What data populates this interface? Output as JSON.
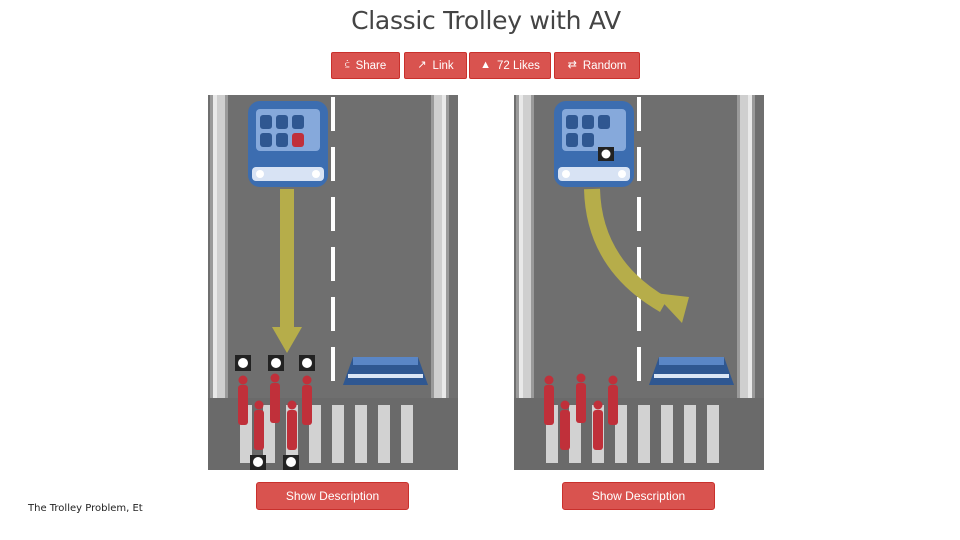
{
  "page": {
    "title": "Classic Trolley with AV"
  },
  "toolbar": {
    "share_label": "Share",
    "link_label": "Link",
    "likes_label": "72 Likes",
    "random_label": "Random"
  },
  "scenarios": [
    {
      "outcome": "stay-course",
      "description_button": "Show Description"
    },
    {
      "outcome": "swerve",
      "description_button": "Show Description"
    }
  ],
  "footer": {
    "caption": "The Trolley Problem, Et"
  },
  "colors": {
    "button_red": "#d9534f",
    "road_gray": "#6f6f6f",
    "car_blue": "#3c6db0",
    "pedestrian_red": "#c0303a",
    "arrow_olive": "#b6ad4a"
  }
}
